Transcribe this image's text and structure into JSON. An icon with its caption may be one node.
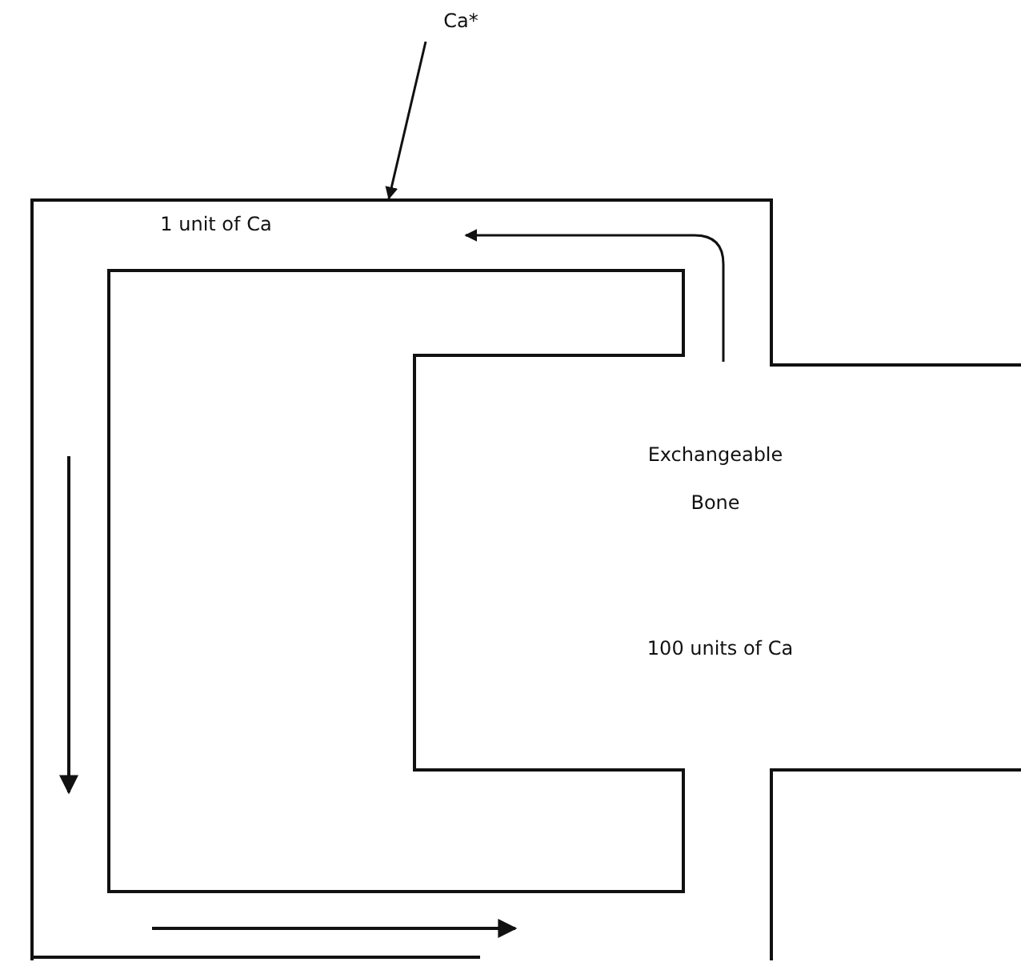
{
  "diagram": {
    "nodes": [
      {
        "text": [
          "Ca*"
        ]
      },
      {
        "text": [
          "1 unit of Ca"
        ]
      },
      {
        "text": [
          "Exchangeable Bone",
          "100 units of Ca"
        ]
      }
    ],
    "edges": [
      {
        "from": 0,
        "to": 1,
        "arrow": "to"
      },
      {
        "from": 2,
        "to": 1,
        "arrow": "to"
      }
    ]
  }
}
